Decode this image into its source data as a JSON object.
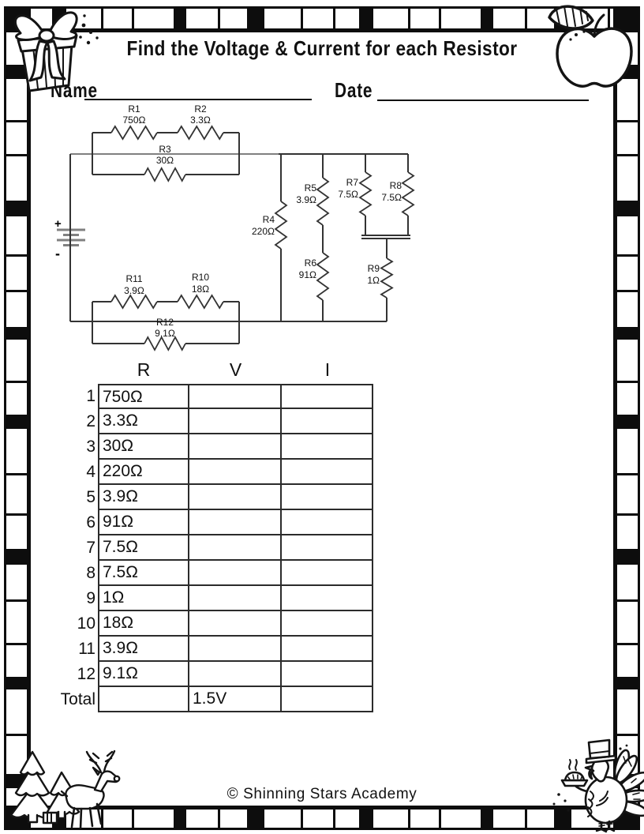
{
  "header": {
    "title": "Find the Voltage & Current for each Resistor",
    "name_label": "Name",
    "date_label": "Date"
  },
  "circuit": {
    "battery": {
      "plus_terminal": "+",
      "minus_terminal": "-"
    },
    "resistors": [
      {
        "id": "R1",
        "value": "750Ω"
      },
      {
        "id": "R2",
        "value": "3.3Ω"
      },
      {
        "id": "R3",
        "value": "30Ω"
      },
      {
        "id": "R4",
        "value": "220Ω"
      },
      {
        "id": "R5",
        "value": "3.9Ω"
      },
      {
        "id": "R6",
        "value": "91Ω"
      },
      {
        "id": "R7",
        "value": "7.5Ω"
      },
      {
        "id": "R8",
        "value": "7.5Ω"
      },
      {
        "id": "R9",
        "value": "1Ω"
      },
      {
        "id": "R10",
        "value": "18Ω"
      },
      {
        "id": "R11",
        "value": "3.9Ω"
      },
      {
        "id": "R12",
        "value": "9.1Ω"
      }
    ]
  },
  "table": {
    "col_headers": [
      "R",
      "V",
      "I"
    ],
    "rows": [
      {
        "label": "1",
        "r": "750Ω",
        "v": "",
        "i": ""
      },
      {
        "label": "2",
        "r": "3.3Ω",
        "v": "",
        "i": ""
      },
      {
        "label": "3",
        "r": "30Ω",
        "v": "",
        "i": ""
      },
      {
        "label": "4",
        "r": "220Ω",
        "v": "",
        "i": ""
      },
      {
        "label": "5",
        "r": "3.9Ω",
        "v": "",
        "i": ""
      },
      {
        "label": "6",
        "r": "91Ω",
        "v": "",
        "i": ""
      },
      {
        "label": "7",
        "r": "7.5Ω",
        "v": "",
        "i": ""
      },
      {
        "label": "8",
        "r": "7.5Ω",
        "v": "",
        "i": ""
      },
      {
        "label": "9",
        "r": "1Ω",
        "v": "",
        "i": ""
      },
      {
        "label": "10",
        "r": "18Ω",
        "v": "",
        "i": ""
      },
      {
        "label": "11",
        "r": "3.9Ω",
        "v": "",
        "i": ""
      },
      {
        "label": "12",
        "r": "9.1Ω",
        "v": "",
        "i": ""
      },
      {
        "label": "Total",
        "r": "",
        "v": "1.5V",
        "i": ""
      }
    ]
  },
  "footer": {
    "credit": "© Shinning Stars Academy"
  },
  "decorations": {
    "corner_top_left": "gift-present",
    "corner_top_right": "apple",
    "corner_bottom_left": "pine-trees-and-reindeer",
    "corner_bottom_right": "turkey-with-pie"
  },
  "colors": {
    "ink": "#111111",
    "wire_gray": "#808080",
    "paper": "#ffffff"
  }
}
